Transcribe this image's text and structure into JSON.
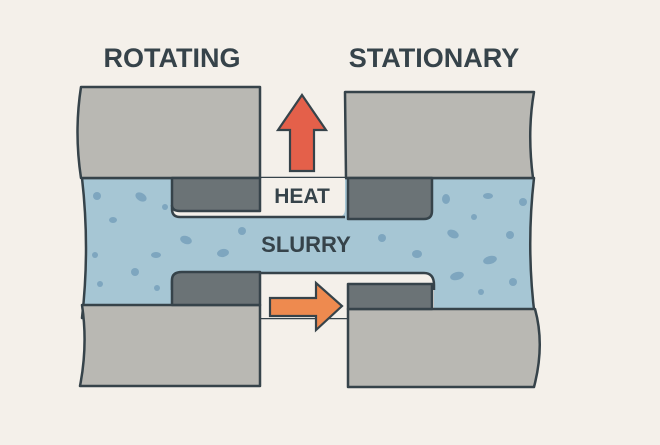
{
  "diagram": {
    "labels": {
      "rotating": "ROTATING",
      "stationary": "STATIONARY",
      "heat": "HEAT",
      "slurry": "SLURRY"
    },
    "colors": {
      "background": "#f4f0ea",
      "block": "#b9b8b3",
      "face": "#6b7376",
      "outline": "#36434a",
      "slurry": "#a6c6d4",
      "particle": "#7ea6bf",
      "heat_arrow": "#e4604a",
      "flow_arrow": "#ee8a4f",
      "text": "#36434a"
    }
  }
}
